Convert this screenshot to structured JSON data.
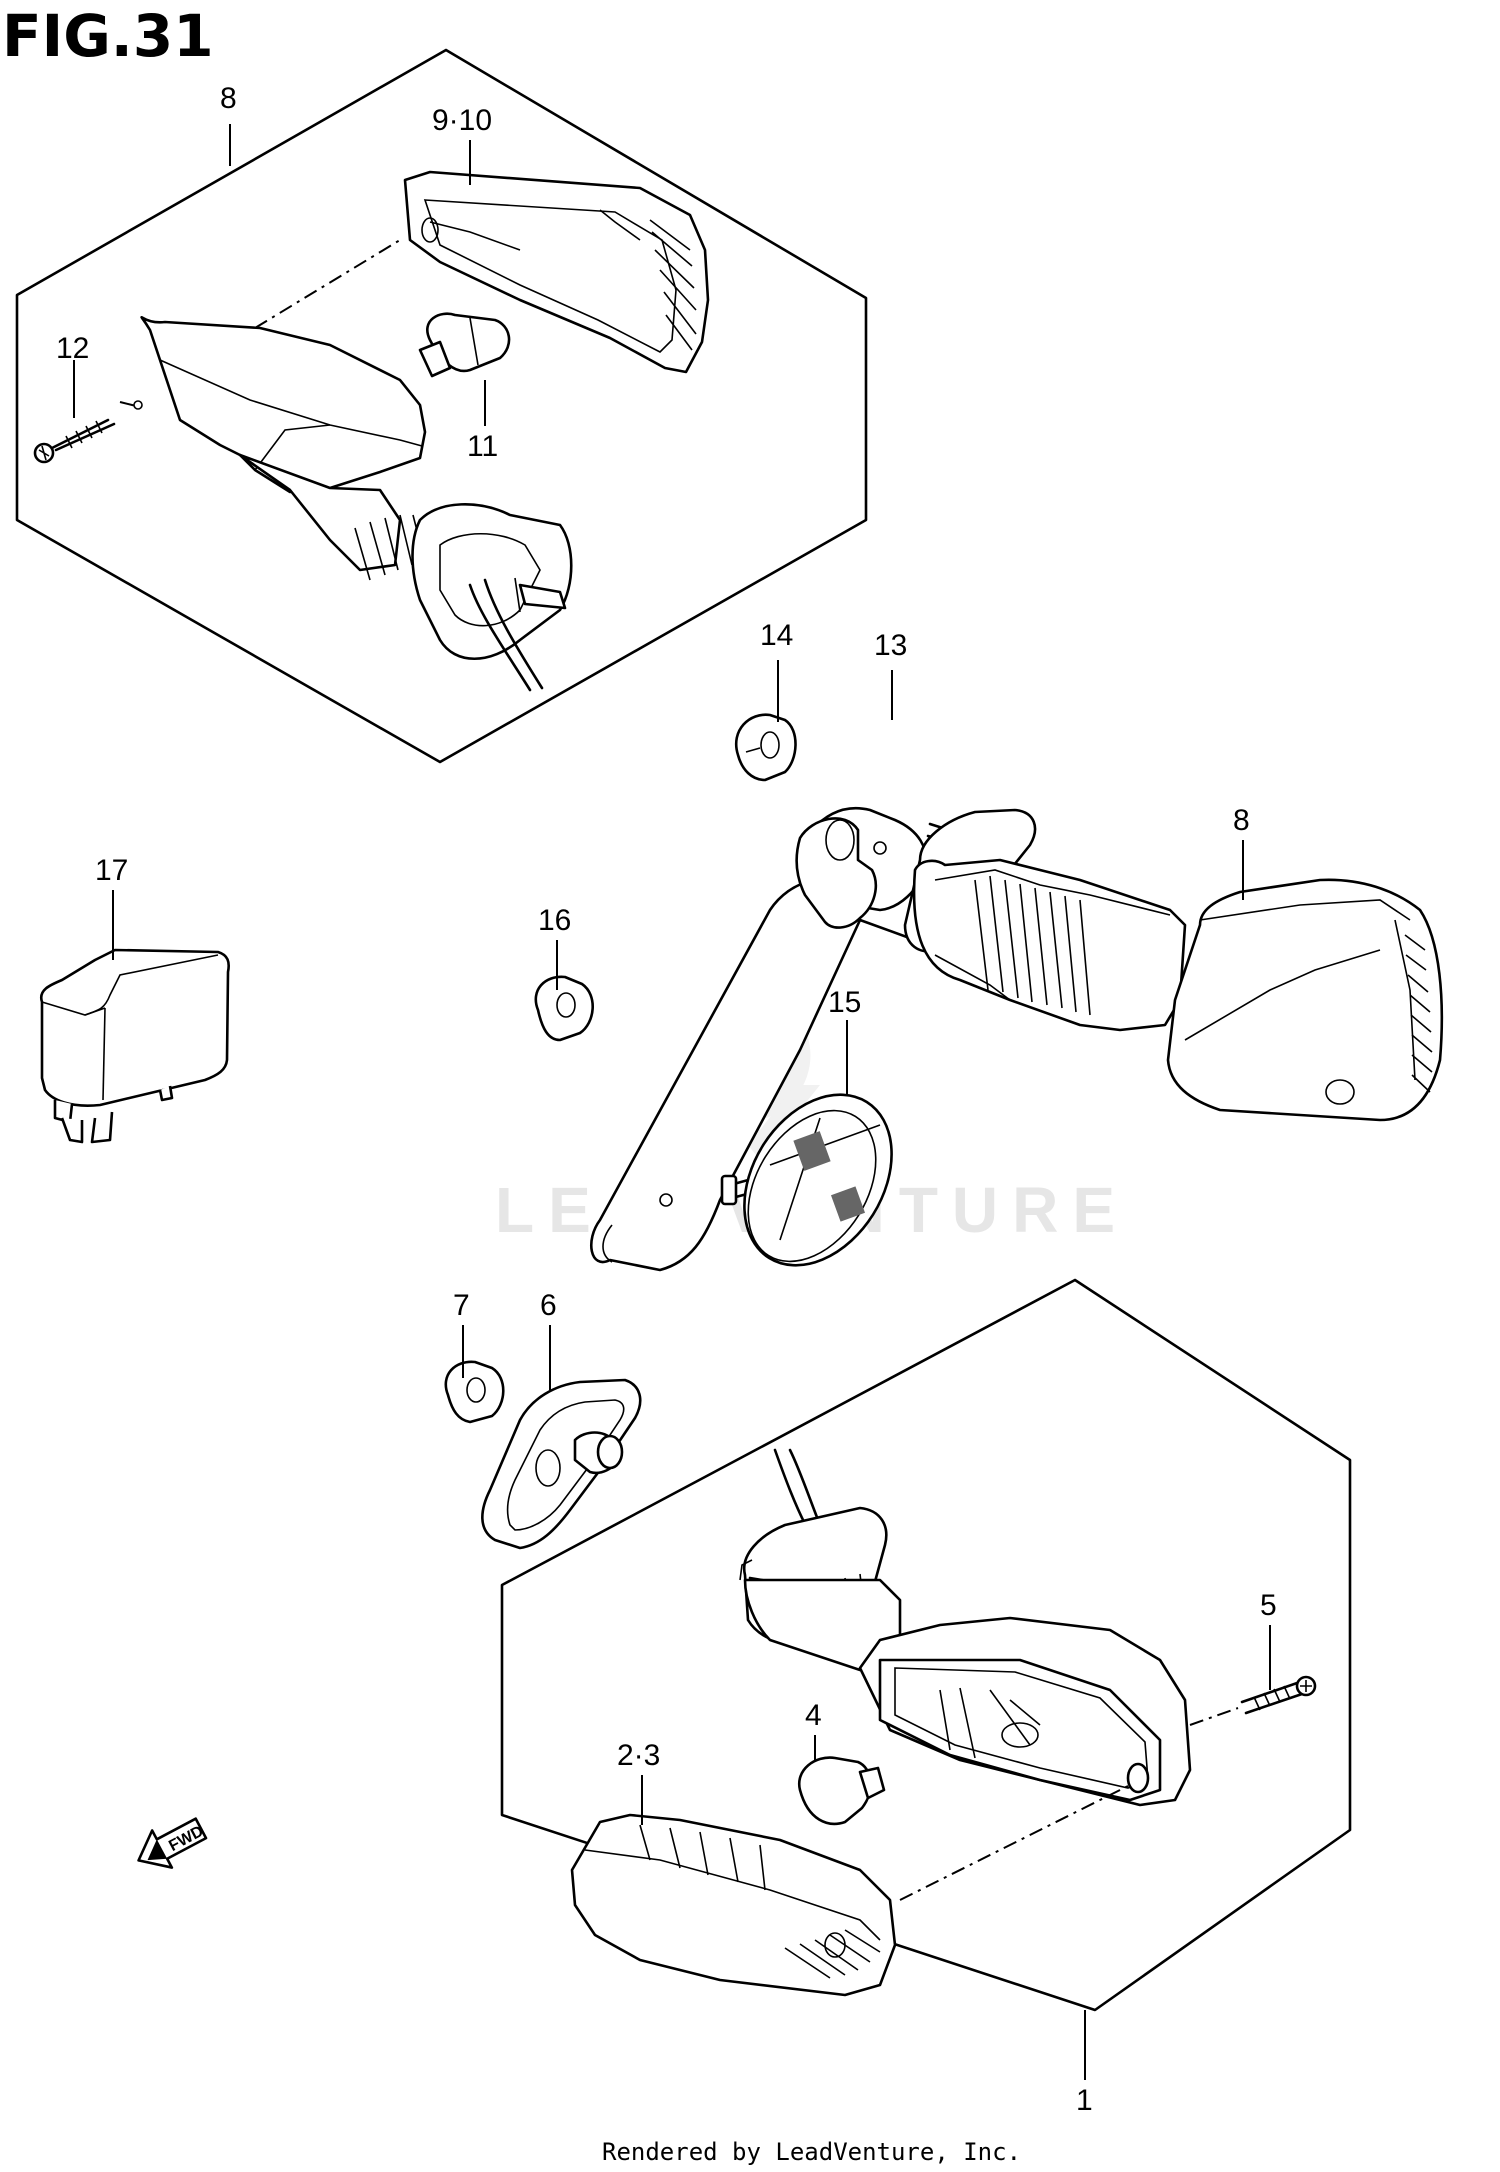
{
  "figure": {
    "title": "FIG.31"
  },
  "callouts": [
    {
      "id": "c8a",
      "text": "8"
    },
    {
      "id": "c910",
      "text": "9·10"
    },
    {
      "id": "c12",
      "text": "12"
    },
    {
      "id": "c11",
      "text": "11"
    },
    {
      "id": "c14",
      "text": "14"
    },
    {
      "id": "c13",
      "text": "13"
    },
    {
      "id": "c8b",
      "text": "8"
    },
    {
      "id": "c17",
      "text": "17"
    },
    {
      "id": "c16",
      "text": "16"
    },
    {
      "id": "c15",
      "text": "15"
    },
    {
      "id": "c7",
      "text": "7"
    },
    {
      "id": "c6",
      "text": "6"
    },
    {
      "id": "c5",
      "text": "5"
    },
    {
      "id": "c4",
      "text": "4"
    },
    {
      "id": "c23",
      "text": "2·3"
    },
    {
      "id": "c1",
      "text": "1"
    }
  ],
  "direction_badge": {
    "text": "FWD"
  },
  "watermark": {
    "text": "LEADVENTURE"
  },
  "footer": {
    "text": "Rendered by LeadVenture, Inc."
  }
}
